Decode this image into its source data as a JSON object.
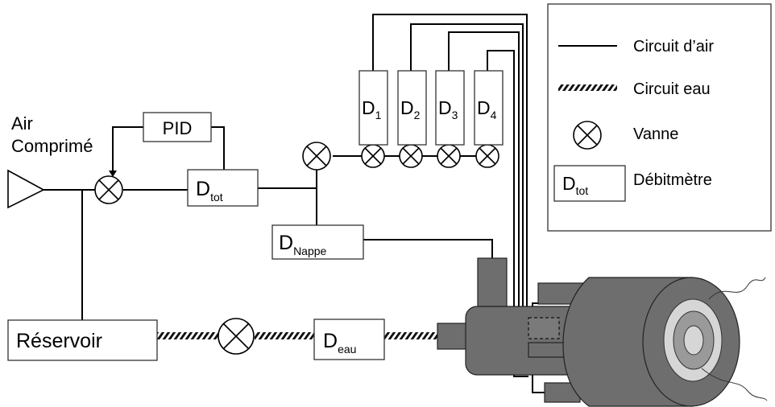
{
  "labels": {
    "air_line1": "Air",
    "air_line2": "Comprimé",
    "pid": "PID",
    "reservoir": "Réservoir",
    "d_main": "D",
    "sub_tot": "tot",
    "sub_nappe": "Nappe",
    "sub_eau": "eau",
    "d1_sub": "1",
    "d2_sub": "2",
    "d3_sub": "3",
    "d4_sub": "4"
  },
  "legend": {
    "air_circuit": "Circuit d’air",
    "water_circuit": "Circuit eau",
    "valve": "Vanne",
    "flowmeter": "Débitmètre",
    "flowmeter_symbol_main": "D",
    "flowmeter_symbol_sub": "tot"
  },
  "colors": {
    "device_fill": "#6e6e6e",
    "ring_light": "#d6d6d6",
    "ring_mid": "#9a9a9a",
    "line": "#000000"
  }
}
